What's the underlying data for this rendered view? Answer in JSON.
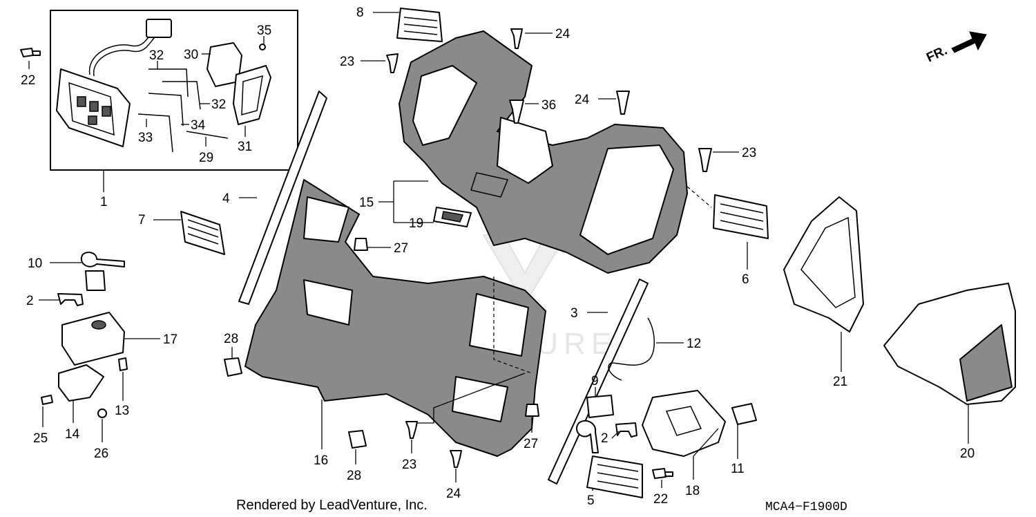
{
  "watermark": "LEADVENTURE",
  "footer": {
    "credit": "Rendered by LeadVenture, Inc.",
    "diagram_code": "MCA4−F1900D"
  },
  "direction_indicator": {
    "label": "FR.",
    "icon": "front-direction-arrow-icon"
  },
  "callouts": [
    {
      "id": "c22a",
      "number": "22"
    },
    {
      "id": "c32a",
      "number": "32"
    },
    {
      "id": "c30",
      "number": "30"
    },
    {
      "id": "c35",
      "number": "35"
    },
    {
      "id": "c32b",
      "number": "32"
    },
    {
      "id": "c34",
      "number": "34"
    },
    {
      "id": "c33",
      "number": "33"
    },
    {
      "id": "c31",
      "number": "31"
    },
    {
      "id": "c29",
      "number": "29"
    },
    {
      "id": "c1",
      "number": "1"
    },
    {
      "id": "c8",
      "number": "8"
    },
    {
      "id": "c24a",
      "number": "24"
    },
    {
      "id": "c23a",
      "number": "23"
    },
    {
      "id": "c36",
      "number": "36"
    },
    {
      "id": "c24b",
      "number": "24"
    },
    {
      "id": "c23b",
      "number": "23"
    },
    {
      "id": "c15",
      "number": "15"
    },
    {
      "id": "c19",
      "number": "19"
    },
    {
      "id": "c4",
      "number": "4"
    },
    {
      "id": "c7",
      "number": "7"
    },
    {
      "id": "c27a",
      "number": "27"
    },
    {
      "id": "c6",
      "number": "6"
    },
    {
      "id": "c10",
      "number": "10"
    },
    {
      "id": "c2a",
      "number": "2"
    },
    {
      "id": "c17",
      "number": "17"
    },
    {
      "id": "c28a",
      "number": "28"
    },
    {
      "id": "c13",
      "number": "13"
    },
    {
      "id": "c14",
      "number": "14"
    },
    {
      "id": "c25",
      "number": "25"
    },
    {
      "id": "c26",
      "number": "26"
    },
    {
      "id": "c16",
      "number": "16"
    },
    {
      "id": "c28b",
      "number": "28"
    },
    {
      "id": "c23c",
      "number": "23"
    },
    {
      "id": "c24c",
      "number": "24"
    },
    {
      "id": "c27b",
      "number": "27"
    },
    {
      "id": "c3",
      "number": "3"
    },
    {
      "id": "c12",
      "number": "12"
    },
    {
      "id": "c9",
      "number": "9"
    },
    {
      "id": "c2b",
      "number": "2"
    },
    {
      "id": "c11",
      "number": "11"
    },
    {
      "id": "c18",
      "number": "18"
    },
    {
      "id": "c22b",
      "number": "22"
    },
    {
      "id": "c5",
      "number": "5"
    },
    {
      "id": "c21",
      "number": "21"
    },
    {
      "id": "c20",
      "number": "20"
    }
  ]
}
